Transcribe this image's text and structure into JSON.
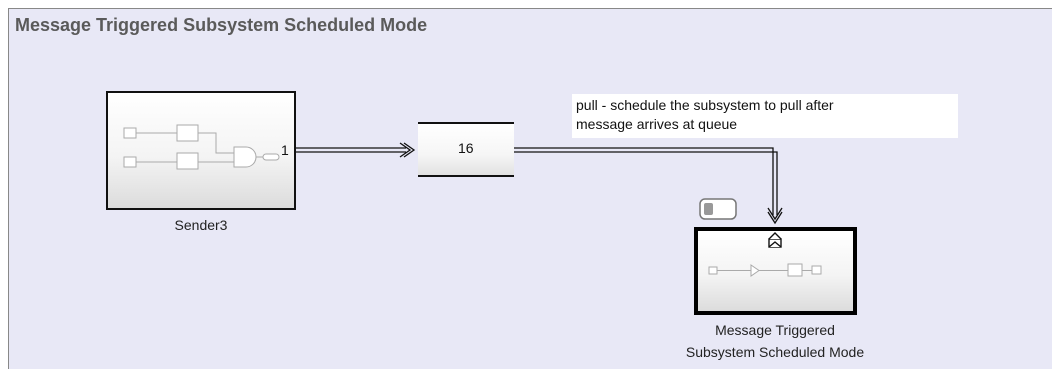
{
  "area": {
    "title": "Message Triggered Subsystem Scheduled Mode"
  },
  "sender": {
    "label": "Sender3",
    "port_label": "1"
  },
  "queue": {
    "value": "16"
  },
  "annotation": {
    "line1": "pull - schedule the subsystem to pull after",
    "line2": "message arrives at queue"
  },
  "subsystem": {
    "label_line1": "Message Triggered",
    "label_line2": "Subsystem Scheduled Mode",
    "trigger_icon": "envelope-trigger-icon",
    "toggle_icon": "toggle-icon"
  },
  "colors": {
    "canvas": "#e8e8f6",
    "border": "#000000",
    "title": "#5a5a5a"
  }
}
